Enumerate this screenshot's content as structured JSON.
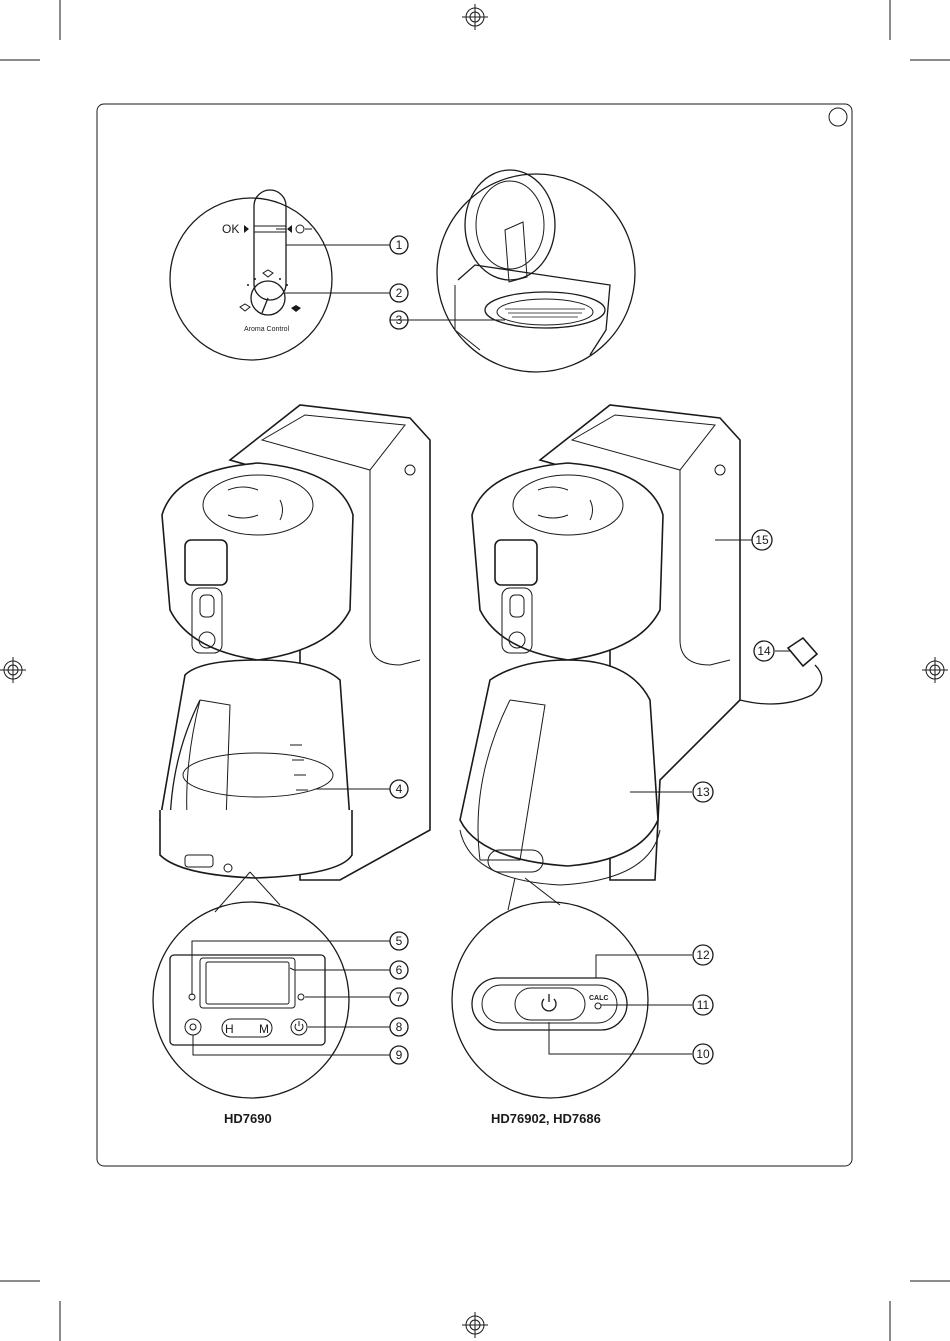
{
  "figure": {
    "callouts": [
      "1",
      "2",
      "3",
      "4",
      "5",
      "6",
      "7",
      "8",
      "9",
      "10",
      "11",
      "12",
      "13",
      "14",
      "15"
    ],
    "detail_labels": {
      "ok": "OK",
      "aroma_control": "Aroma Control",
      "calc": "CALC",
      "hours": "H",
      "minutes": "M"
    },
    "models": {
      "left": "HD7690",
      "right": "HD76902, HD7686"
    }
  }
}
